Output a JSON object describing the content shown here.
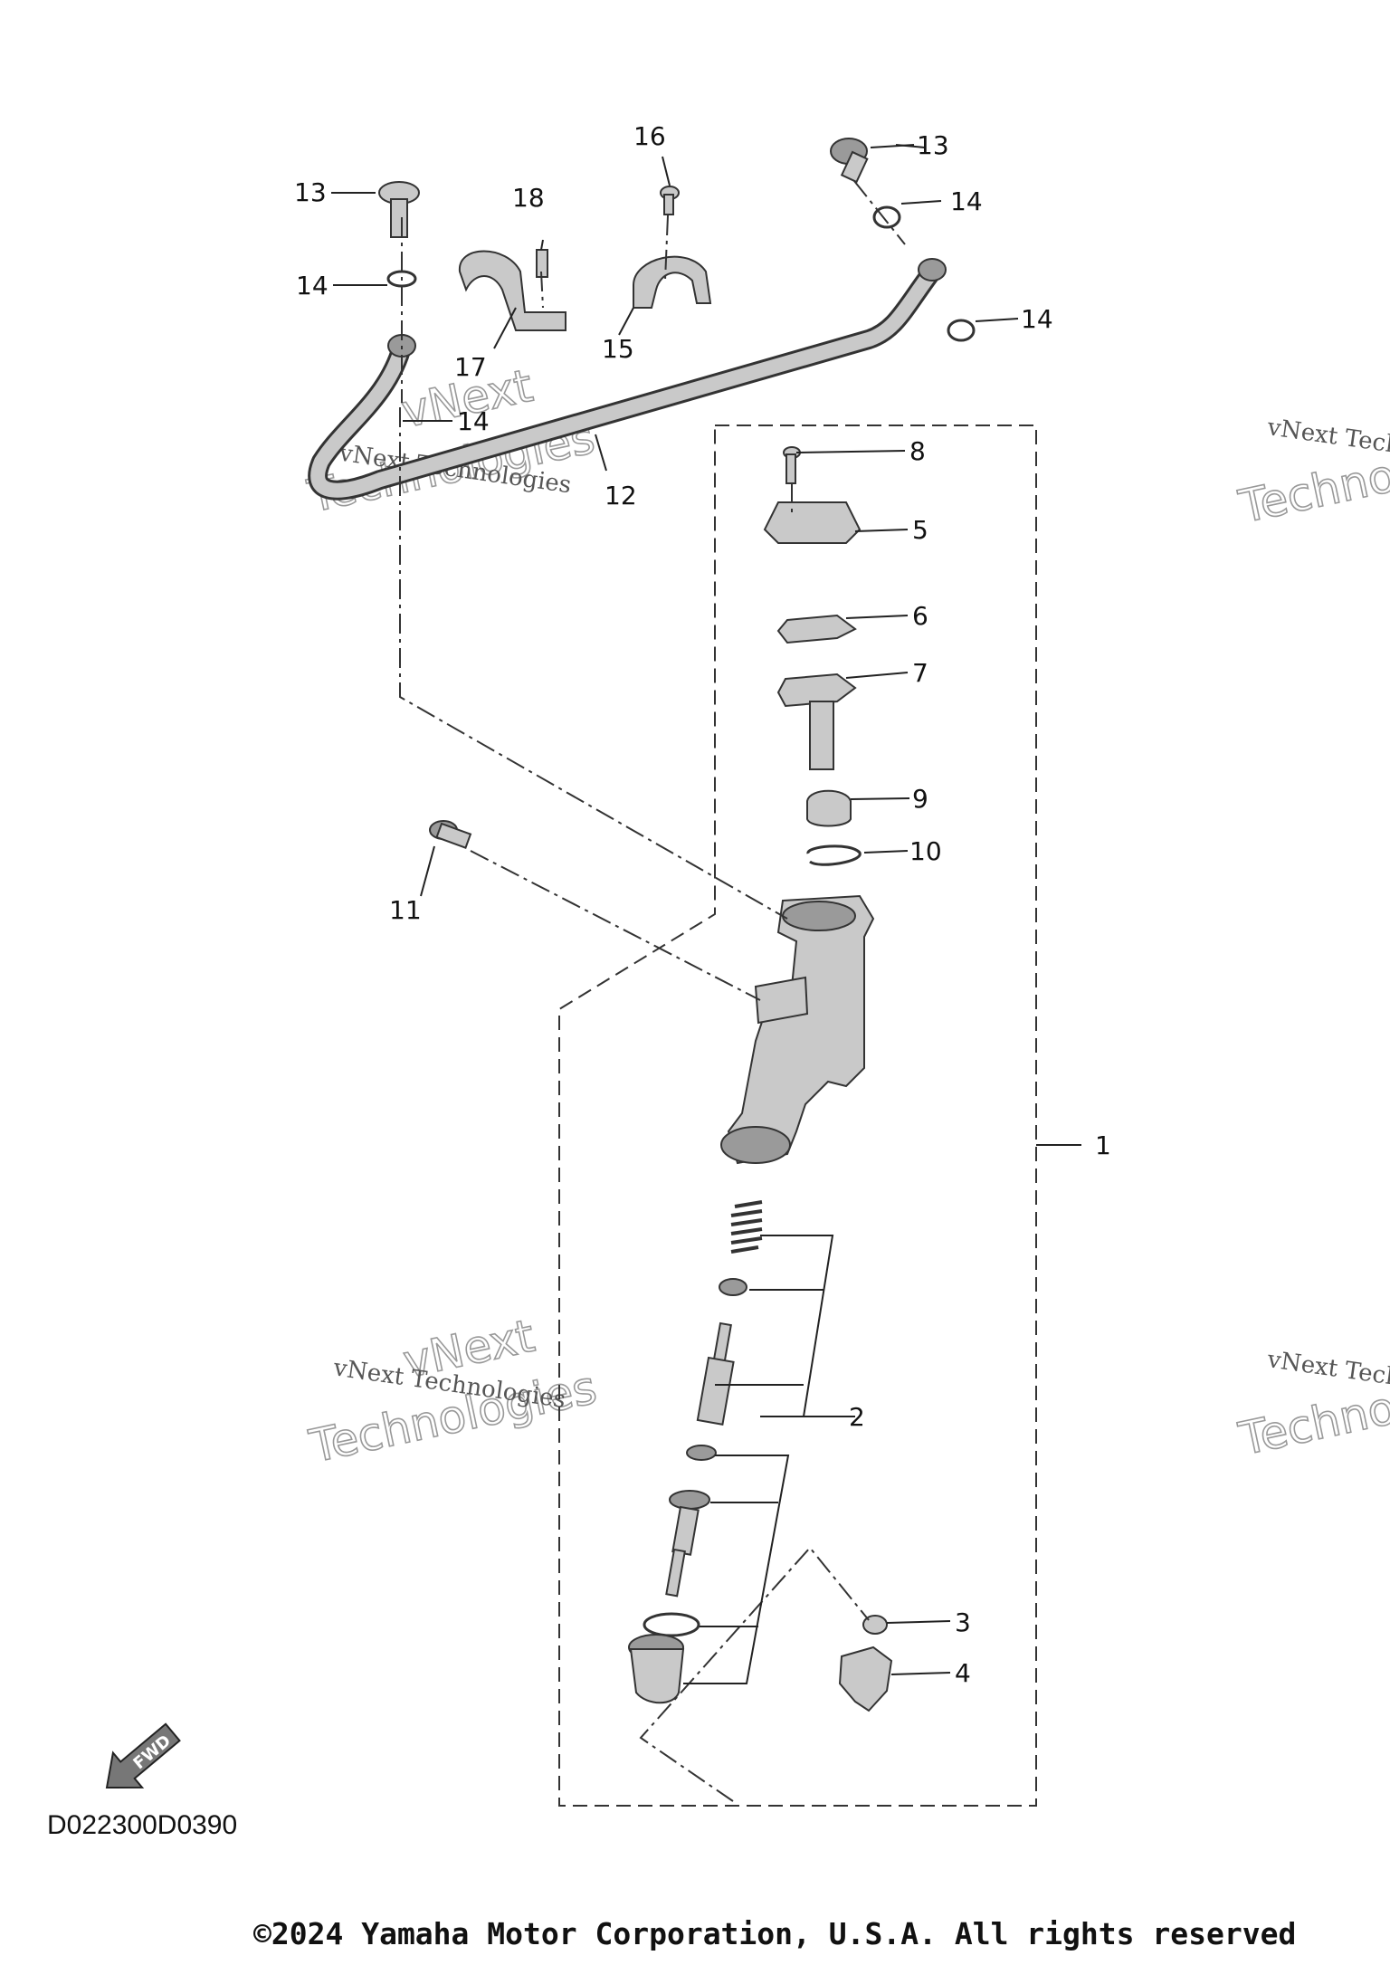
{
  "diagram_code": "D022300D0390",
  "copyright": "©2024 Yamaha Motor Corporation, U.S.A. All rights reserved",
  "fwd_label": "FWD",
  "watermark": {
    "line1": "vNext Technologies",
    "line2": "vNext",
    "line3": "Technologies"
  },
  "callouts": {
    "p1": "1",
    "p2": "2",
    "p3": "3",
    "p4": "4",
    "p5": "5",
    "p6": "6",
    "p7": "7",
    "p8": "8",
    "p9": "9",
    "p10": "10",
    "p11": "11",
    "p12": "12",
    "p13a": "13",
    "p13b": "13",
    "p14a": "14",
    "p14b": "14",
    "p14c": "14",
    "p14d": "14",
    "p15": "15",
    "p16": "16",
    "p17": "17",
    "p18": "18"
  },
  "colors": {
    "part": "#c9c9c9",
    "line": "#222222"
  }
}
